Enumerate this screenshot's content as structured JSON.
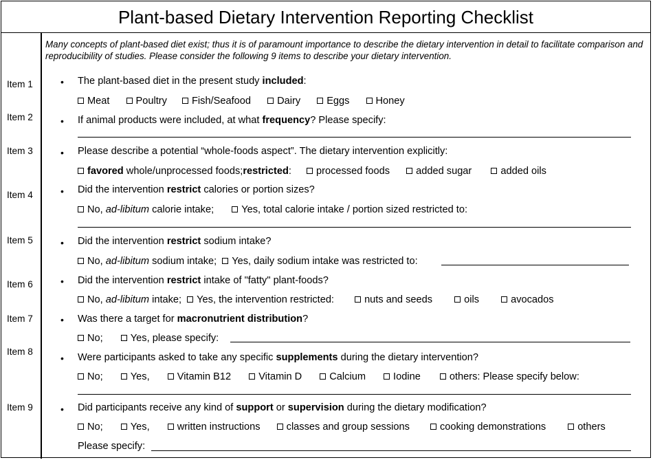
{
  "title": "Plant-based Dietary Intervention Reporting Checklist",
  "intro": "Many concepts of plant-based diet exist; thus it is of paramount importance to describe the dietary intervention in detail to facilitate comparison and reproducibility of studies. Please consider the following 9 items to describe your dietary intervention.",
  "bullet": "•",
  "items": {
    "i1": {
      "label": "Item 1",
      "q_pre": "The plant-based diet in the present study ",
      "q_bold": "included",
      "q_post": ":",
      "options": [
        "Meat",
        "Poultry",
        "Fish/Seafood",
        "Dairy",
        "Eggs",
        "Honey"
      ]
    },
    "i2": {
      "label": "Item 2",
      "q_pre": "If animal products were included, at what ",
      "q_bold": "frequency",
      "q_post": "? Please specify:"
    },
    "i3": {
      "label": "Item 3",
      "question": "Please describe a potential “whole-foods aspect”. The dietary intervention explicitly:",
      "favored_bold": "favored",
      "favored_rest": " whole/unprocessed foods; ",
      "restricted_bold": "restricted",
      "restricted_colon": ":",
      "options": [
        "processed foods",
        "added sugar",
        "added oils"
      ]
    },
    "i4": {
      "label": "Item 4",
      "q_pre": "Did the intervention ",
      "q_bold": "restrict",
      "q_post": " calories or portion sizes?",
      "no_pre": "No, ",
      "no_ital": "ad-libitum",
      "no_post": " calorie intake;",
      "yes_text": "Yes, total calorie intake / portion sized restricted to:"
    },
    "i5": {
      "label": "Item 5",
      "q_pre": "Did the intervention ",
      "q_bold": "restrict",
      "q_post": " sodium intake?",
      "no_pre": "No, ",
      "no_ital": "ad-libitum",
      "no_post": " sodium intake;",
      "yes_text": "Yes, daily sodium intake was restricted to:"
    },
    "i6": {
      "label": "Item 6",
      "q_pre": "Did the intervention ",
      "q_bold": "restrict",
      "q_post": " intake of \"fatty\" plant-foods?",
      "no_pre": "No, ",
      "no_ital": "ad-libitum",
      "no_post": " intake;",
      "yes_text": "Yes, the intervention restricted:",
      "options": [
        "nuts and seeds",
        "oils",
        "avocados"
      ]
    },
    "i7": {
      "label": "Item 7",
      "q_pre": "Was there a target for ",
      "q_bold": "macronutrient distribution",
      "q_post": "?",
      "no_text": "No;",
      "yes_text": "Yes, please specify:"
    },
    "i8": {
      "label": "Item 8",
      "q_pre": "Were participants asked to take any specific ",
      "q_bold": "supplements",
      "q_post": " during the dietary intervention?",
      "options": [
        "No;",
        "Yes,",
        "Vitamin B12",
        "Vitamin D",
        "Calcium",
        "Iodine",
        "others: Please specify below:"
      ]
    },
    "i9": {
      "label": "Item 9",
      "q_pre": "Did participants receive any kind of ",
      "q_bold1": "support",
      "q_mid": " or ",
      "q_bold2": "supervision",
      "q_post": " during the dietary modification?",
      "options": [
        "No;",
        "Yes,",
        "written instructions",
        "classes and group sessions",
        "cooking demonstrations",
        "others"
      ],
      "specify": "Please specify:"
    }
  }
}
